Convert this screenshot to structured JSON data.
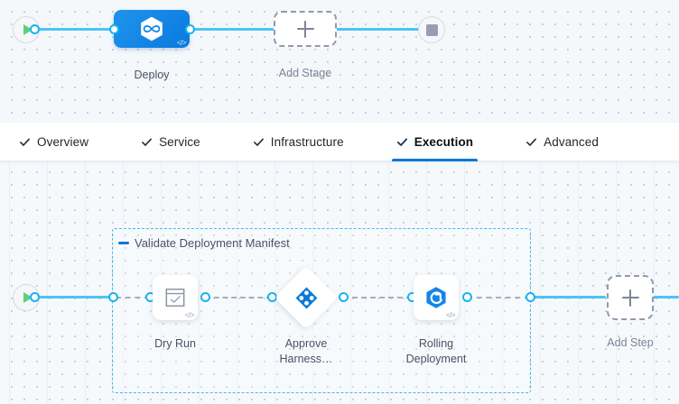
{
  "colors": {
    "accent_blue": "#0278d5",
    "edge_blue": "#4ec2f5",
    "port_blue": "#17b4f2",
    "group_border": "#45b6f0",
    "canvas_bg": "#f4f8fb",
    "label_gray": "#4b5166",
    "muted_gray": "#7c8296",
    "play_green": "#5fd07a",
    "stop_gray": "#9b9cb4",
    "stage_blue": "#0a7ae0"
  },
  "stage_canvas": {
    "start_node": {
      "icon": "play-icon"
    },
    "end_node": {
      "icon": "stop-icon"
    },
    "stage": {
      "label": "Deploy",
      "icon": "harness-infinity-hexagon-icon",
      "badge": "</>"
    },
    "add_stage": {
      "label": "Add Stage",
      "icon": "plus-icon"
    }
  },
  "tabs": {
    "items": [
      {
        "label": "Overview",
        "icon": "check-icon",
        "active": false
      },
      {
        "label": "Service",
        "icon": "check-icon",
        "active": false
      },
      {
        "label": "Infrastructure",
        "icon": "check-icon",
        "active": false
      },
      {
        "label": "Execution",
        "icon": "check-icon",
        "active": true
      },
      {
        "label": "Advanced",
        "icon": "check-icon",
        "active": false
      }
    ]
  },
  "execution_canvas": {
    "start_node": {
      "icon": "play-icon"
    },
    "group": {
      "title": "Validate Deployment Manifest",
      "collapse_icon": "collapse-dash-icon"
    },
    "steps": [
      {
        "label": "Dry Run",
        "icon": "checklist-window-icon",
        "shape": "rounded",
        "badge": "</>"
      },
      {
        "label": "Approve\nHarness…",
        "icon": "harness-approval-diamond-icon",
        "shape": "diamond",
        "badge": ""
      },
      {
        "label": "Rolling\nDeployment",
        "icon": "rolling-deployment-hexagon-icon",
        "shape": "rounded",
        "badge": "</>"
      }
    ],
    "add_step": {
      "label": "Add Step",
      "icon": "plus-icon"
    }
  }
}
